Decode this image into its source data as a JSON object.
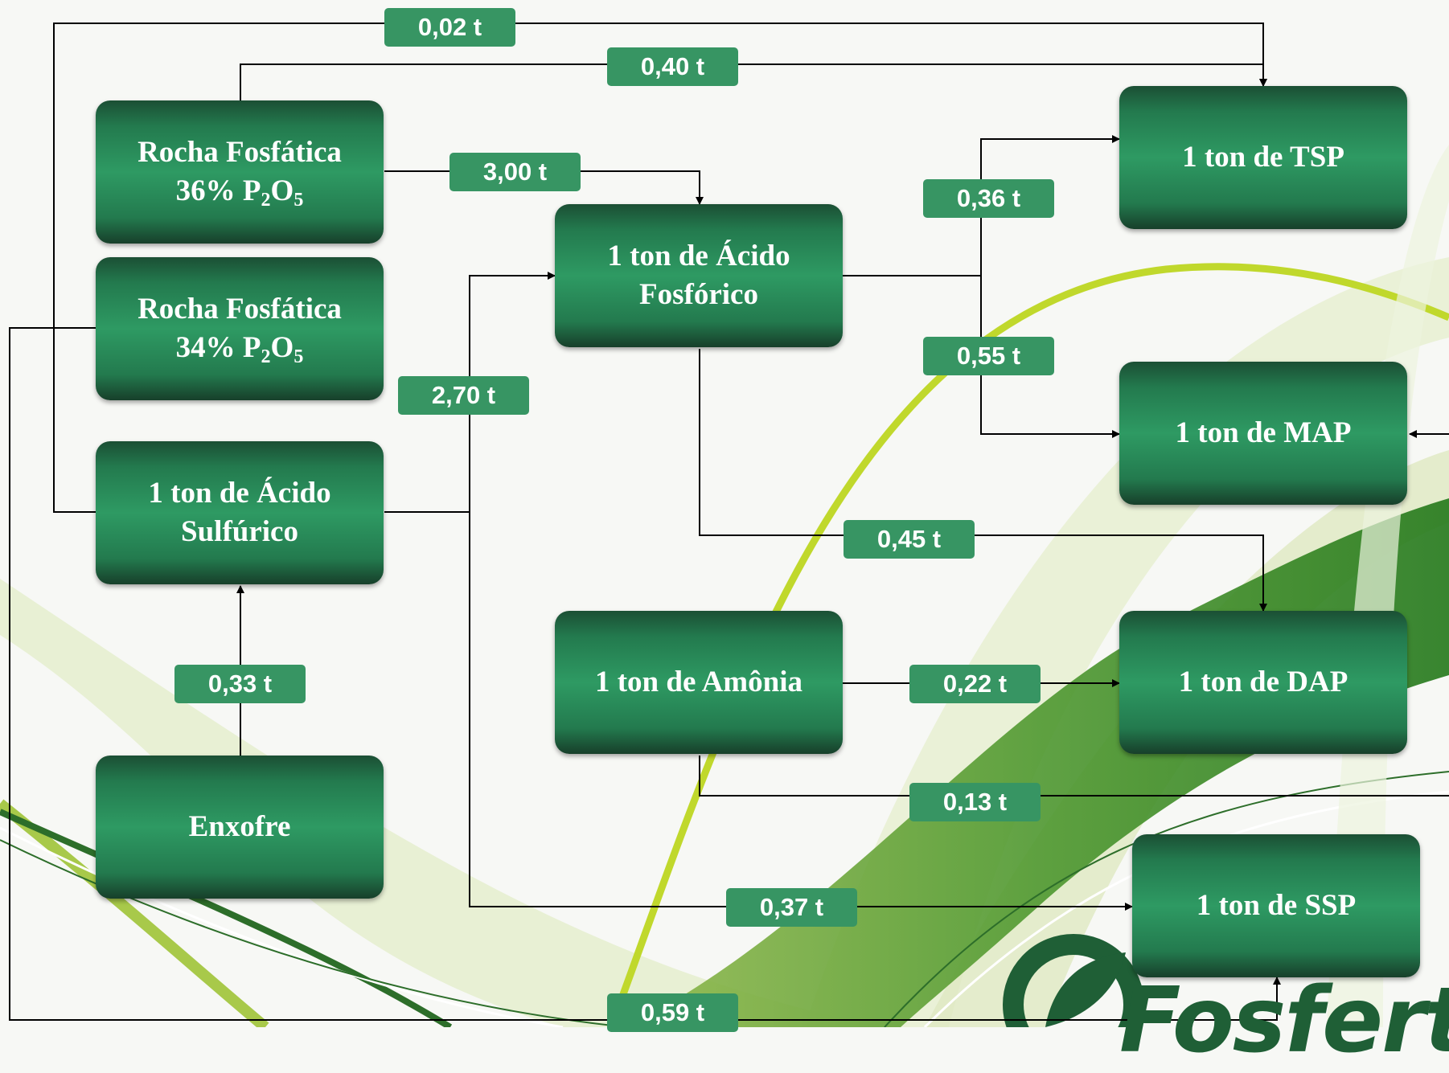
{
  "nodes": {
    "rocha36": {
      "line1": "Rocha Fosfática",
      "pct": "36% P",
      "s1": "2",
      "mid": "O",
      "s2": "5"
    },
    "rocha34": {
      "line1": "Rocha Fosfática",
      "pct": "34% P",
      "s1": "2",
      "mid": "O",
      "s2": "5"
    },
    "acido_sulfurico": {
      "line1": "1 ton de Ácido",
      "line2": "Sulfúrico"
    },
    "enxofre": {
      "label": "Enxofre"
    },
    "acido_fosforico": {
      "line1": "1 ton de Ácido",
      "line2": "Fosfórico"
    },
    "amonia": {
      "label": "1 ton de Amônia"
    },
    "tsp": {
      "label": "1 ton de TSP"
    },
    "map": {
      "label": "1 ton de MAP"
    },
    "dap": {
      "label": "1 ton de DAP"
    },
    "ssp": {
      "label": "1 ton de SSP"
    }
  },
  "flows": {
    "f002": "0,02 t",
    "f040": "0,40 t",
    "f300": "3,00 t",
    "f036": "0,36 t",
    "f055": "0,55 t",
    "f270": "2,70 t",
    "f045": "0,45 t",
    "f033": "0,33 t",
    "f022": "0,22 t",
    "f013": "0,13 t",
    "f037": "0,37 t",
    "f059": "0,59 t"
  },
  "logo": {
    "text": "Fosfert"
  },
  "colors": {
    "node_green": "#237a4e",
    "label_green": "#379563",
    "swoosh_lime": "#c0d82c",
    "swoosh_dark": "#2f7d23"
  }
}
